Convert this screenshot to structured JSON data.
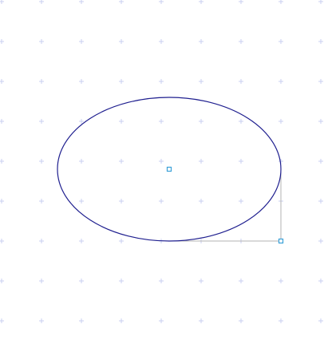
{
  "canvas": {
    "background": "#ffffff",
    "grid_color": "#c9cff0",
    "shape_stroke": "#1f1f8f",
    "guide_color": "#b3b3b3",
    "handle_color": "#3aa0d8"
  },
  "shape": {
    "type": "ellipse",
    "selected": true
  },
  "handles": {
    "center": "center-handle",
    "resize": "resize-handle"
  }
}
